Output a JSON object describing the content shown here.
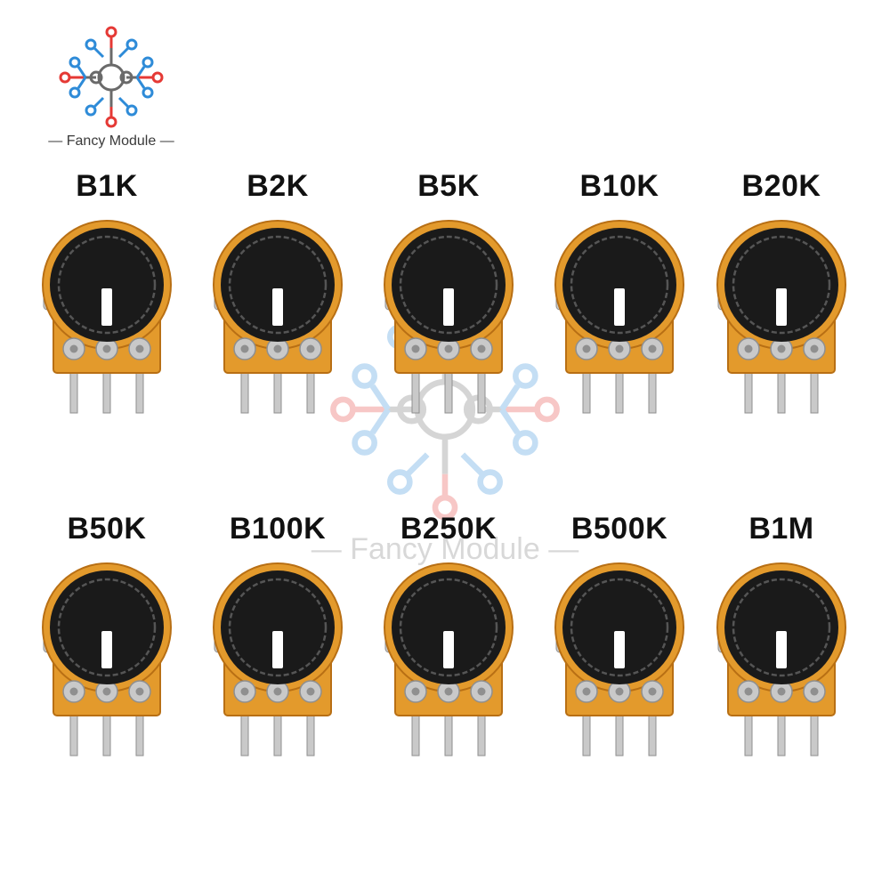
{
  "brand": {
    "name": "Fancy Module",
    "colors": {
      "red": "#e53935",
      "blue": "#2e8bd8",
      "gray": "#6a6a6a"
    }
  },
  "watermark": {
    "text": "Fancy Module"
  },
  "products": [
    {
      "label": "B1K"
    },
    {
      "label": "B2K"
    },
    {
      "label": "B5K"
    },
    {
      "label": "B10K"
    },
    {
      "label": "B20K"
    },
    {
      "label": "B50K"
    },
    {
      "label": "B100K"
    },
    {
      "label": "B250K"
    },
    {
      "label": "B500K"
    },
    {
      "label": "B1M"
    }
  ],
  "colors": {
    "body_orange": "#e39a2c",
    "body_shadow": "#b86f14",
    "knob_black": "#1a1a1a",
    "knob_ring": "#555555",
    "indicator": "#ffffff",
    "metal": "#c9c9c9",
    "metal_dark": "#8f8f8f"
  }
}
